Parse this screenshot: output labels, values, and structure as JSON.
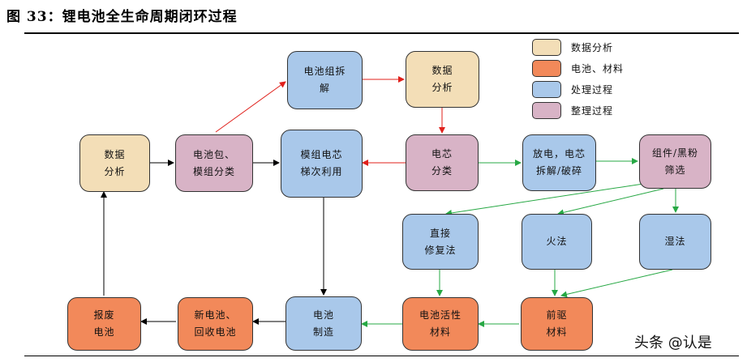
{
  "title": "图 33：锂电池全生命周期闭环过程",
  "legend": [
    {
      "label": "数据分析",
      "color": "#f3deb7"
    },
    {
      "label": "电池、材料",
      "color": "#f2895a"
    },
    {
      "label": "处理过程",
      "color": "#a9c8ea"
    },
    {
      "label": "整理过程",
      "color": "#d8b3c6"
    }
  ],
  "nodes": {
    "data_left": "数据\n分析",
    "pack_sort": "电池包、\n模组分类",
    "module_reuse": "模组电芯\n梯次利用",
    "cell_sort": "电芯\n分类",
    "discharge": "放电，电芯\n拆解/破碎",
    "black_mass": "组件/黑粉\n筛选",
    "pack_dismantle": "电池组拆\n解",
    "data_top": "数据\n分析",
    "direct_repair": "直接\n修复法",
    "pyro": "火法",
    "hydro": "湿法",
    "scrap": "报废\n电池",
    "new_recycled": "新电池、\n回收电池",
    "manufacture": "电池\n制造",
    "active_material": "电池活性\n材料",
    "precursor": "前驱\n材料"
  },
  "colors": {
    "arrow_black": "#000000",
    "arrow_red": "#e0201b",
    "arrow_green": "#27a844"
  },
  "watermark": "头条 @认是"
}
